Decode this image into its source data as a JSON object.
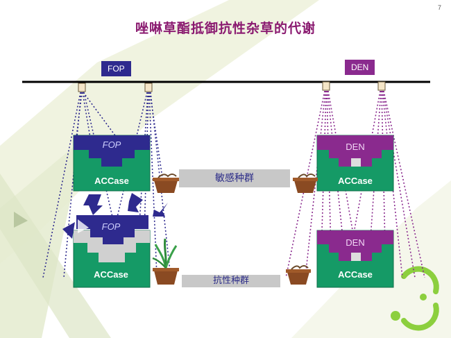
{
  "page_number": "7",
  "title": "唑啉草酯抵御抗性杂草的代谢",
  "herbicides": {
    "left": "FOP",
    "right": "DEN"
  },
  "enzyme": "ACCase",
  "populations": {
    "sensitive": "敏感种群",
    "resistant": "抗性种群"
  },
  "colors": {
    "title": "#8a1a70",
    "fop": "#2e2a8e",
    "den": "#8a2a8e",
    "accase": "#159a66",
    "population_label_bg": "#c8c8c8",
    "bar": "#000000"
  }
}
